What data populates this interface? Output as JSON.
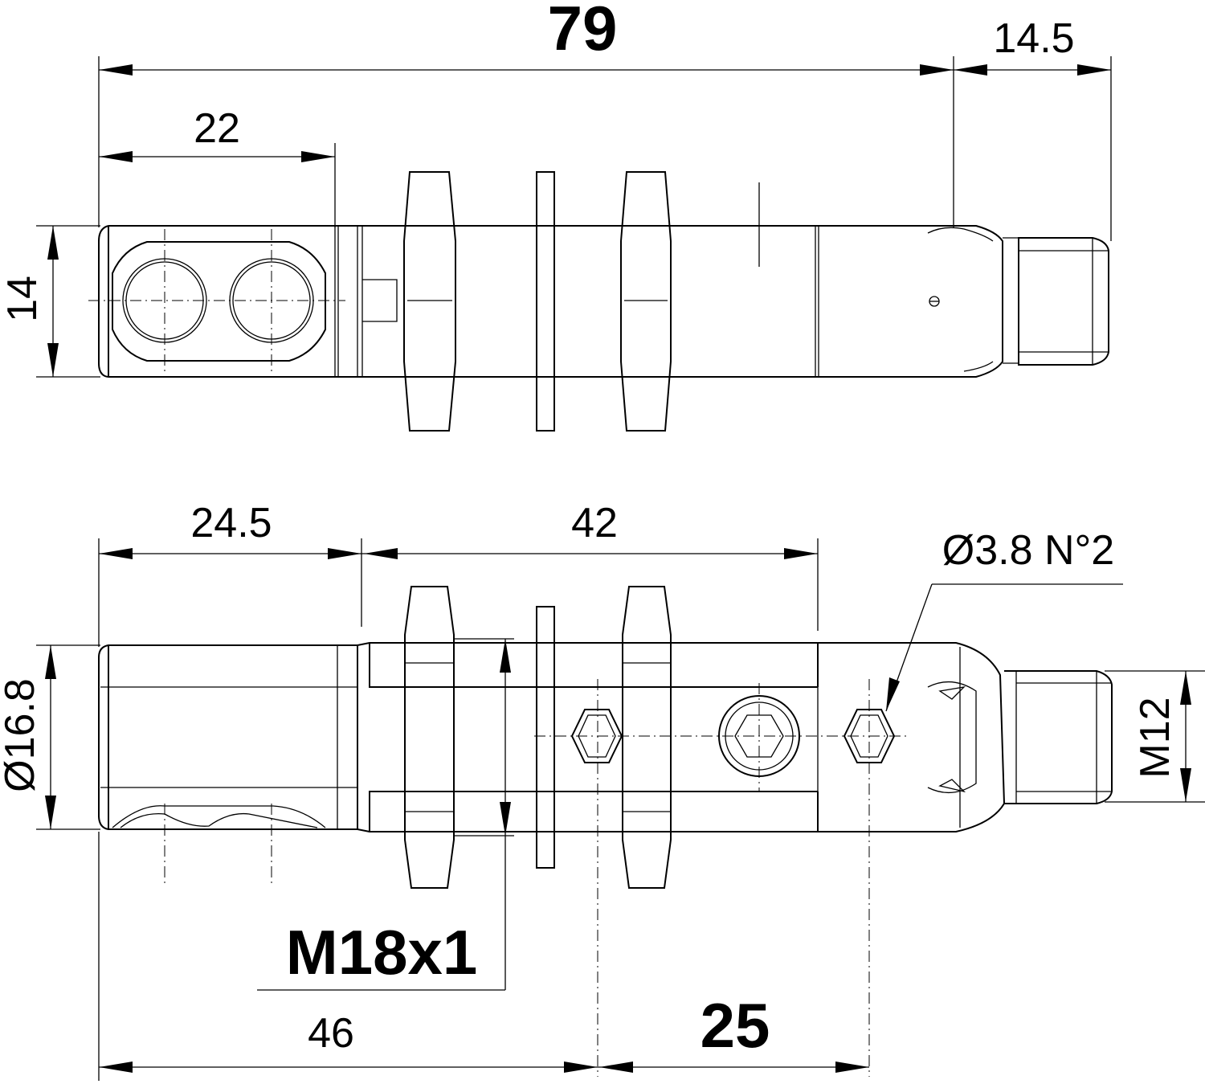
{
  "dimensions": {
    "overall_length": "79",
    "connector_length": "14.5",
    "lens_width": "22",
    "height_top": "14",
    "front_to_thread": "24.5",
    "thread_length": "42",
    "holes": "Ø3.8 N°2",
    "diameter": "Ø16.8",
    "connector": "M12",
    "thread": "M18x1",
    "hole_position": "46",
    "hole_spacing": "25"
  }
}
